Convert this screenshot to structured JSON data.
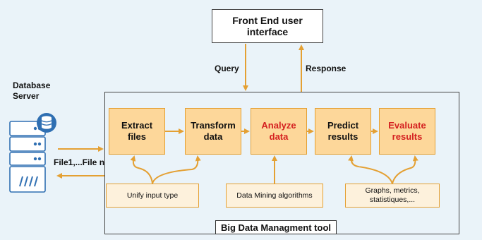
{
  "frontend": {
    "line1": "Front End user",
    "line2": "interface"
  },
  "query_label": "Query",
  "response_label": "Response",
  "database": {
    "line1": "Database",
    "line2": "Server"
  },
  "files_label": "File1,...File n",
  "stages": [
    {
      "line1": "Extract",
      "line2": "files"
    },
    {
      "line1": "Transform",
      "line2": "data"
    },
    {
      "line1": "Analyze",
      "line2": "data"
    },
    {
      "line1": "Predict",
      "line2": "results"
    },
    {
      "line1": "Evaluate",
      "line2": "results"
    }
  ],
  "notes": {
    "unify": "Unify input type",
    "mining": "Data Mining algorithms",
    "graphs_line1": "Graphs, metrics,",
    "graphs_line2": "statistiques,..."
  },
  "tool_title": "Big Data Managment tool",
  "colors": {
    "accent": "#e4a033",
    "stage_fill": "#fdd79a",
    "highlight_text": "#d42020",
    "server_blue": "#2f6fb2"
  }
}
